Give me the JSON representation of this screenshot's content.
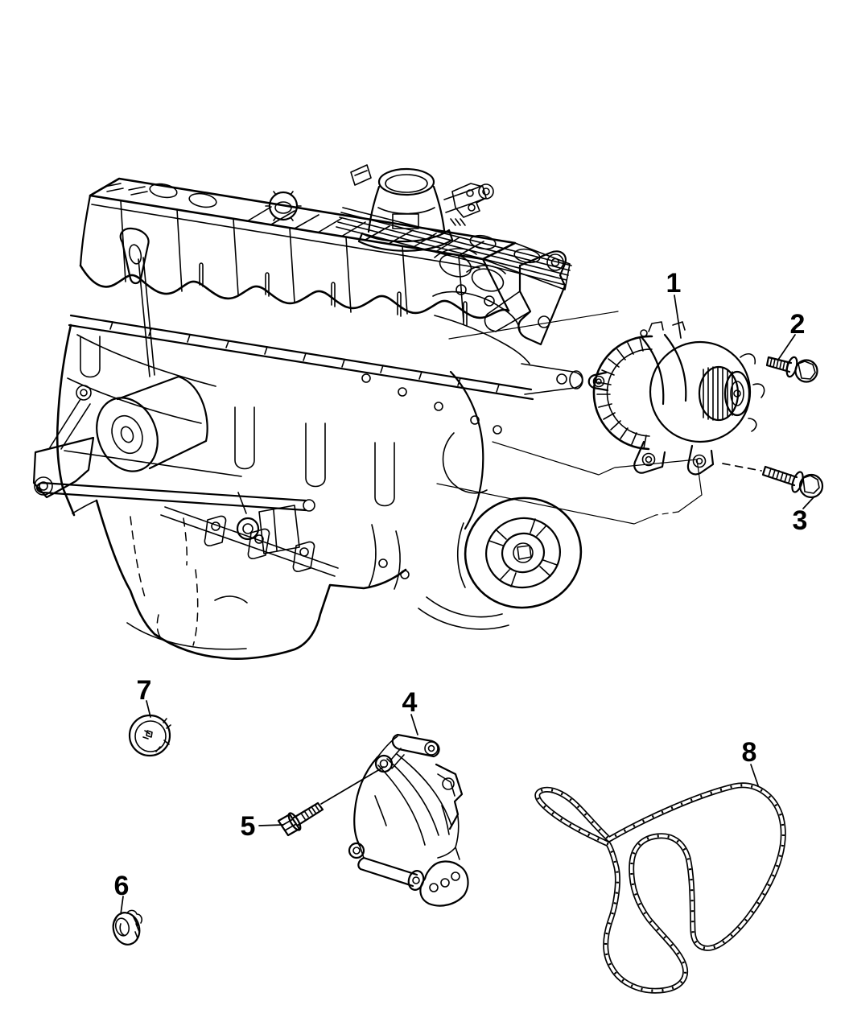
{
  "diagram": {
    "kind": "engine-parts-line-diagram",
    "background_color": "#ffffff",
    "line_color": "#000000"
  },
  "callouts": [
    {
      "number": "1",
      "target": "alternator-generator"
    },
    {
      "number": "2",
      "target": "upper-mounting-bolt"
    },
    {
      "number": "3",
      "target": "lower-mounting-bolt"
    },
    {
      "number": "4",
      "target": "support-bracket"
    },
    {
      "number": "5",
      "target": "bracket-bolt"
    },
    {
      "number": "6",
      "target": "flange-nut"
    },
    {
      "number": "7",
      "target": "round-plug"
    },
    {
      "number": "8",
      "target": "serpentine-drive-belt"
    }
  ]
}
